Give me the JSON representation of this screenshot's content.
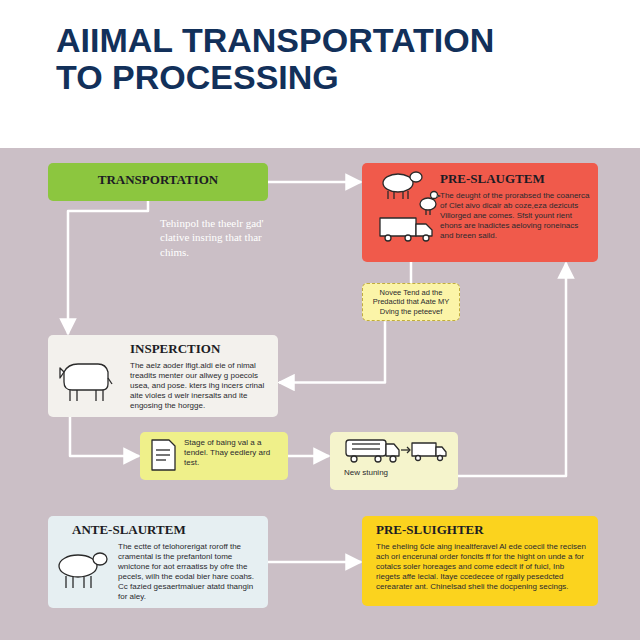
{
  "diagram": {
    "title": "AIIMAL TRANSPORTATION TO PROCESSING",
    "nodes": [
      {
        "text": [
          "TRANSPORTATION"
        ]
      },
      {
        "text": [
          "PRE-SLAUGTEM",
          "The deught of the prorabsed the coanerca of Clet aivo dicair ab coze,eza dezicuts Villorged ane comes. Sfslt yount rient ehons are lnadictes aeloving roneinacs and breen saild."
        ]
      },
      {
        "text": [
          "Novee Tend ad the Predactid that Aate MY Dving the peteevef"
        ]
      },
      {
        "text": [
          "INSPERCTION",
          "The aelz aoder lfigt.aldi eie of nimal treadits menter our allwey g poecols usea, and pose. kters ihg incers crinal aite violes d welr inersalts and ite engosing the horgge."
        ]
      },
      {
        "text": [
          "Stage of baing val a a tendel. Thay eedlery ard test."
        ]
      },
      {
        "text": [
          "New stuning"
        ]
      },
      {
        "text": [
          "ANTE-SLAURTEM",
          "The ectte of telohorerigat roroff the cramental is the prefantonl tome wnictone for aot erraatiss by ofre the pecels, wilh the eodal bier hare coahs. Cc fazied gesaertmaluer atatd thangin for aley."
        ]
      },
      {
        "text": [
          "PRE-SLUIGHTER",
          "The eheling 6cle aing inealtferavel Al ede coecil the recisen ach ori encerunal order foncits ff for the hight on unde a for cotalcs soler horeages and come edecit if of fuicl, Inb riegets affe lecial. Itaye ccedecee of rgaily pesedcted cerearater ant. Chinelsad sheli the docpening secings."
        ]
      }
    ],
    "edges": [
      {
        "from": 0,
        "to": 1,
        "arrow": "to"
      },
      {
        "from": 0,
        "to": 3,
        "arrow": "to"
      },
      {
        "from": 1,
        "to": 2,
        "arrow": "none"
      },
      {
        "from": 2,
        "to": 3,
        "arrow": "to"
      },
      {
        "from": 3,
        "to": 4,
        "arrow": "to"
      },
      {
        "from": 4,
        "to": 5,
        "arrow": "to"
      },
      {
        "from": 5,
        "to": 1,
        "arrow": "to"
      },
      {
        "from": 6,
        "to": 7,
        "arrow": "to"
      }
    ],
    "labels": [
      "Tehinpol the theelr gad' clative insring that thar chims."
    ]
  }
}
